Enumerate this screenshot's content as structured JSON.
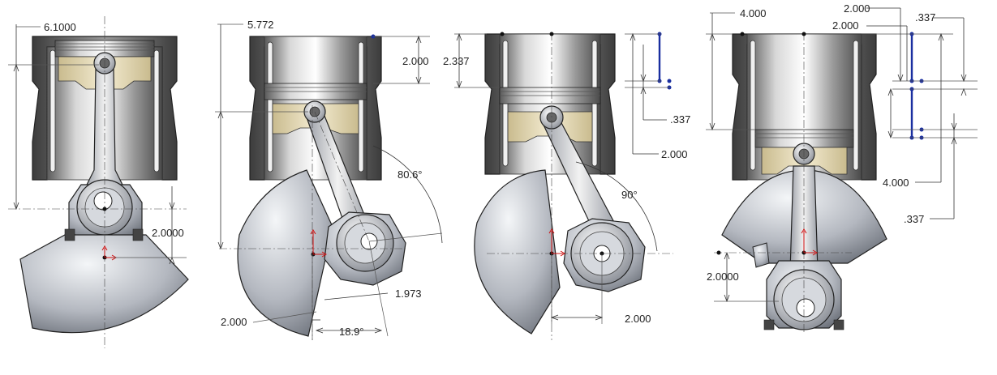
{
  "views": [
    {
      "id": "view-1",
      "dimensions": {
        "stroke_length": "6.1000",
        "crank_offset": "2.0000"
      }
    },
    {
      "id": "view-2",
      "dimensions": {
        "stroke_length": "5.772",
        "piston_travel": "2.000",
        "rod_angle": "80.6°",
        "crank_radius": "2.000",
        "crank_angle": "18.9°",
        "horizontal_offset": "1.973"
      }
    },
    {
      "id": "view-3",
      "dimensions": {
        "piston_travel": "2.337",
        "rod_angle": "90°",
        "sketch_gap": ".337",
        "sketch_length": "2.000",
        "crank_radius": "2.000"
      }
    },
    {
      "id": "view-4",
      "dimensions": {
        "stroke_length": "4.000",
        "sketch_top_1": "2.000",
        "sketch_top_2": "2.000",
        "sketch_gap_top": ".337",
        "sketch_length": "4.000",
        "sketch_gap_bottom": ".337",
        "crank_offset": "2.0000"
      }
    }
  ],
  "colors": {
    "sketch_blue": "#1a2fa0",
    "origin_red": "#d01010",
    "cylinder_steel": "#8c8c8c",
    "bearing_cream": "#e8dcb8",
    "crank_steel": "#b8bcc4"
  }
}
